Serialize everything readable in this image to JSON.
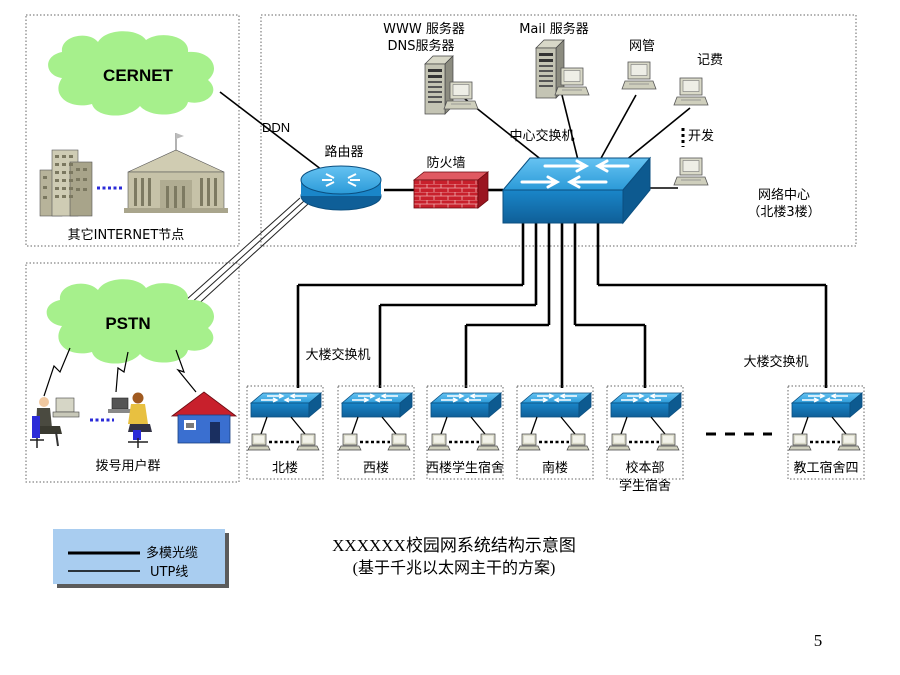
{
  "clouds": {
    "cernet": "CERNET",
    "pstn": "PSTN"
  },
  "labels": {
    "other_internet": "其它INTERNET节点",
    "ddn": "DDN",
    "router": "路由器",
    "firewall": "防火墙",
    "www_server_1": "WWW 服务器",
    "www_server_2": "DNS服务器",
    "mail_server": "Mail 服务器",
    "netmgmt": "网管",
    "billing": "记费",
    "devel": "开发",
    "core_switch": "中心交换机",
    "netcenter_1": "网络中心",
    "netcenter_2": "（北楼3楼）",
    "dialup": "拨号用户群",
    "bldg_switch_left": "大楼交换机",
    "bldg_switch_right": "大楼交换机"
  },
  "buildings": [
    "北楼",
    "西楼",
    "西楼学生宿舍",
    "南楼",
    "校本部",
    "教工宿舍四"
  ],
  "building5_line2": "学生宿舍",
  "legend": {
    "fiber": "多模光缆",
    "utp": "UTP线"
  },
  "caption": {
    "title": "XXXXXX校园网系统结构示意图",
    "subtitle": "(基于千兆以太网主干的方案)"
  },
  "page_number": "5",
  "colors": {
    "cloud": "#a6f08c",
    "device_blue": "#1e8fd6",
    "firewall_red": "#c8202c",
    "legend_bg": "#a9cdf0"
  }
}
